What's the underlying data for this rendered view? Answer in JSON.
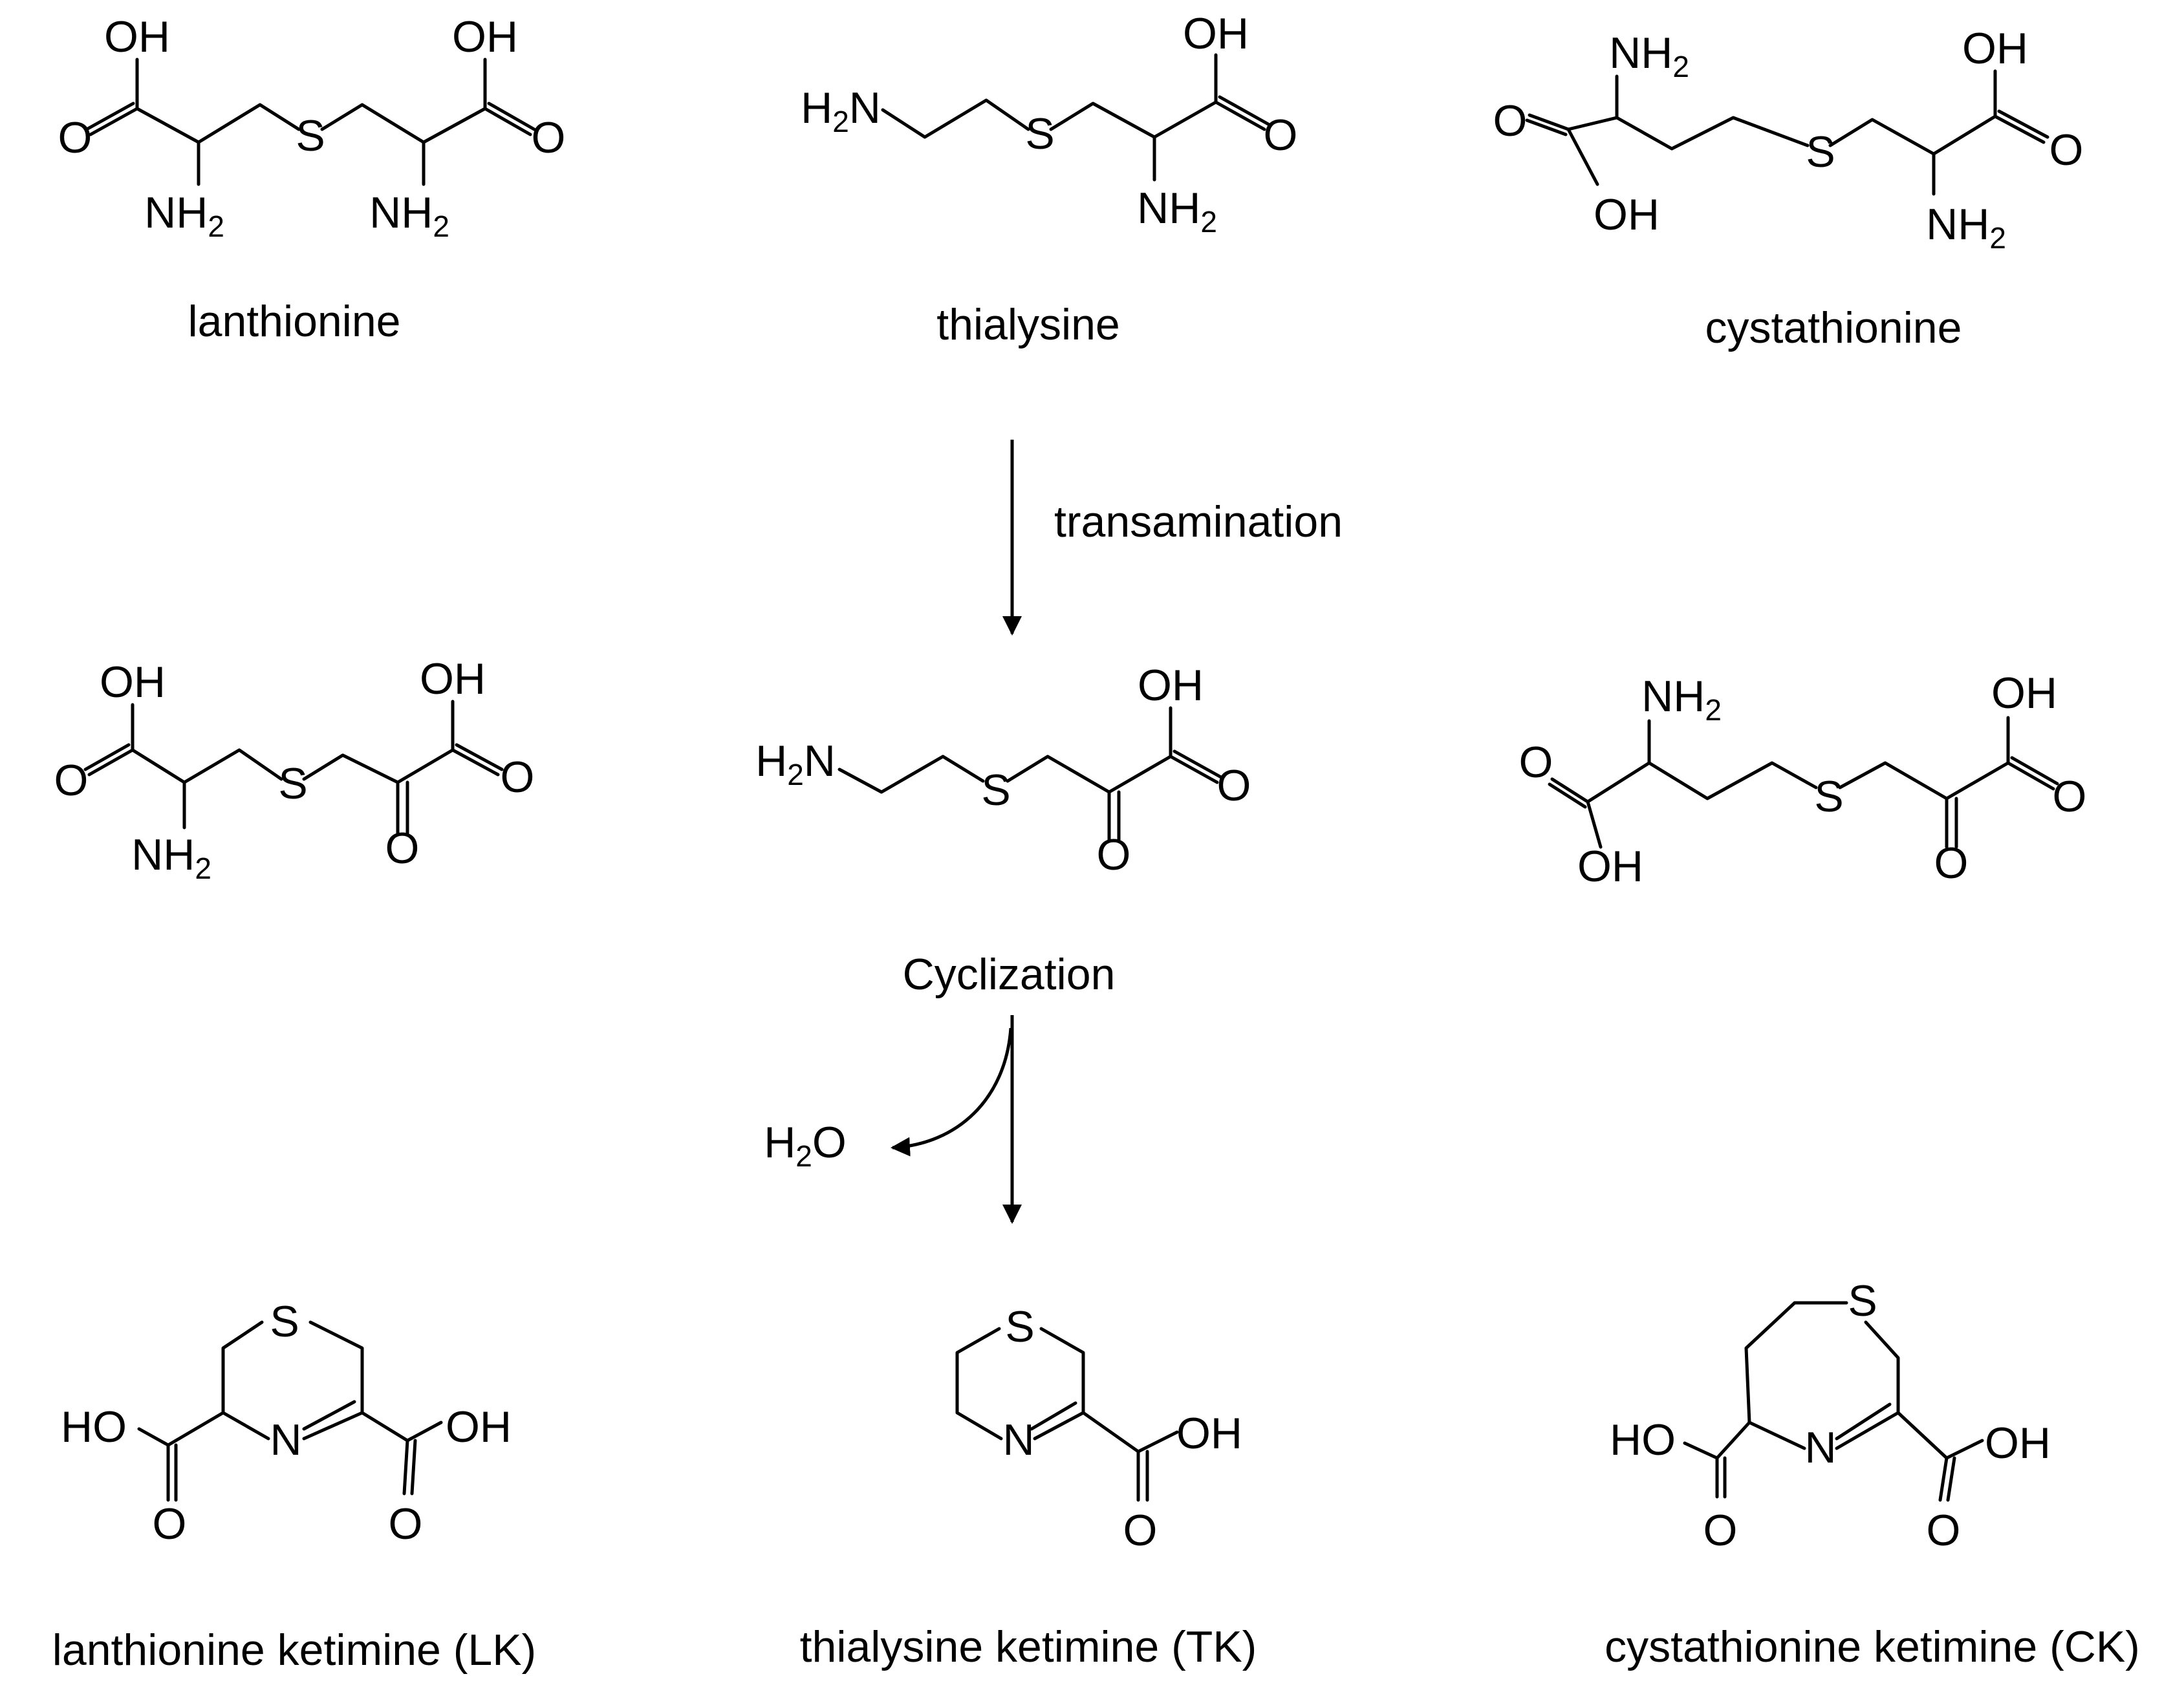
{
  "atoms": {
    "oh": "OH",
    "o": "O",
    "s": "S",
    "n": "N",
    "nh": "NH",
    "ho": "HO",
    "h": "H",
    "two": "2"
  },
  "labels": {
    "lanthionine": "lanthionine",
    "thialysine": "thialysine",
    "cystathionine": "cystathionine",
    "lk": "lanthionine ketimine (LK)",
    "tk": "thialysine ketimine (TK)",
    "ck": "cystathionine ketimine (CK)"
  },
  "steps": {
    "transamination": "transamination",
    "cyclization": "Cyclization",
    "water_h": "H",
    "water_sub": "2",
    "water_o": "O"
  }
}
